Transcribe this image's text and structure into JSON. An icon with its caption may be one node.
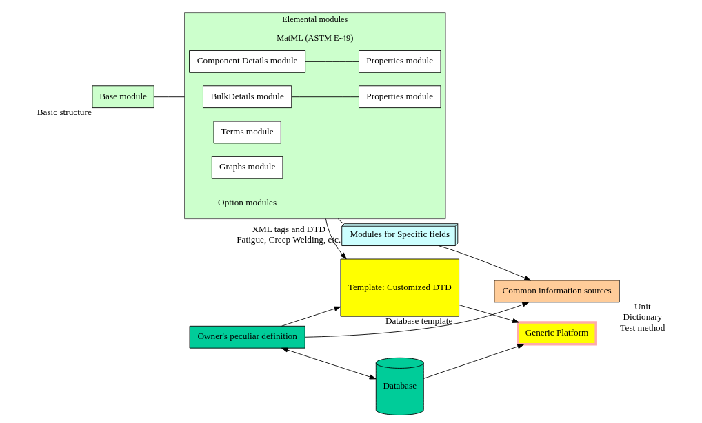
{
  "diagram": {
    "nodes": [
      {
        "text": [
          "Base module"
        ],
        "beside": [
          "Basic structure"
        ]
      },
      {
        "text": [
          "Elemental modules",
          "MatML (ASTM E-49)"
        ]
      },
      {
        "text": [
          "BulkDetails module"
        ],
        "in": 1
      },
      {
        "text": [
          "Properties module"
        ],
        "in": 1
      },
      {
        "text": [
          "Component Details module"
        ],
        "in": 1
      },
      {
        "text": [
          "Properties module"
        ],
        "in": 1
      },
      {
        "text": [
          "Terms module"
        ],
        "in": 1
      },
      {
        "text": [
          "Graphs module"
        ],
        "in": 1
      },
      {
        "text": [
          "Modules for Specific fields"
        ],
        "beside": [
          "XML tags and DTD",
          "Fatigue, Creep Welding, etc."
        ]
      },
      {
        "text": [
          "Common information sources"
        ],
        "beside": [
          "Unit",
          "Dictionary",
          "Test method"
        ]
      },
      {
        "text": [
          "Template: Customized DTD"
        ],
        "beside": [
          "- Database template -"
        ]
      },
      {
        "text": [
          "Owner's peculiar definition"
        ]
      },
      {
        "text": [
          "Database"
        ]
      },
      {
        "text": [
          "Generic Platform"
        ]
      }
    ],
    "edges": [
      {
        "from": 0,
        "to": 1,
        "arrow": "none"
      },
      {
        "from": 2,
        "to": 3,
        "arrow": "none"
      },
      {
        "from": 4,
        "to": 5,
        "arrow": "none"
      },
      {
        "from": 1,
        "to": 8,
        "arrow": "none"
      },
      {
        "from": 1,
        "to": 10,
        "arrow": "to"
      },
      {
        "from": 8,
        "to": 9,
        "arrow": "to"
      },
      {
        "from": 11,
        "to": 9,
        "arrow": "to"
      },
      {
        "from": 11,
        "to": 10,
        "arrow": "to"
      },
      {
        "from": 11,
        "to": 12,
        "arrow": "both"
      },
      {
        "from": 10,
        "to": 13,
        "arrow": "to"
      },
      {
        "from": 12,
        "to": 13,
        "arrow": "to"
      }
    ],
    "labels": [
      "Option modules"
    ]
  }
}
